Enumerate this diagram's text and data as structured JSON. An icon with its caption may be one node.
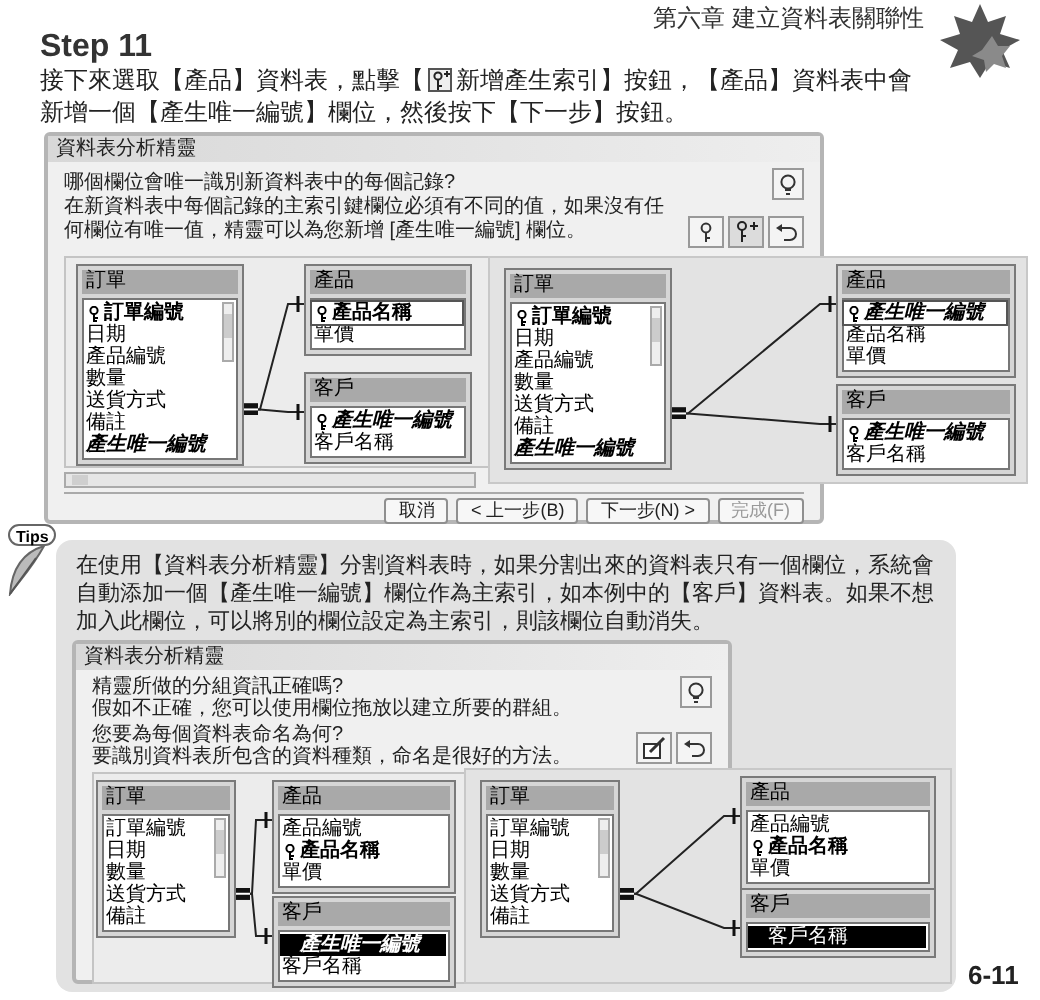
{
  "diagram": {
    "nodes": [
      {
        "text": [
          "資料表分析精靈",
          "哪個欄位會唯一識別新資料表中的每個記錄?",
          "在新資料表中每個記錄的主索引鍵欄位必須有不同的值，如果沒有任何欄位有唯一值，精靈可以為您新增 [產生唯一編號] 欄位。"
        ]
      },
      {
        "text": [
          "訂單",
          "訂單編號",
          "日期",
          "產品編號",
          "數量",
          "送貨方式",
          "備註",
          "產生唯一編號"
        ],
        "in": 0
      },
      {
        "text": [
          "產品",
          "產品名稱",
          "單價"
        ],
        "in": 0
      },
      {
        "text": [
          "客戶",
          "產生唯一編號",
          "客戶名稱"
        ],
        "in": 0
      },
      {
        "text": [
          "訂單",
          "訂單編號",
          "日期",
          "產品編號",
          "數量",
          "送貨方式",
          "備註",
          "產生唯一編號"
        ],
        "in": 0
      },
      {
        "text": [
          "產品",
          "產生唯一編號",
          "產品名稱",
          "單價"
        ]
      },
      {
        "text": [
          "客戶",
          "產生唯一編號",
          "客戶名稱"
        ]
      },
      {
        "text": [
          "Tips",
          "在使用【資料表分析精靈】分割資料表時，如果分割出來的資料表只有一個欄位，系統會自動添加一個【產生唯一編號】欄位作為主索引，如本例中的【客戶】資料表。如果不想加入此欄位，可以將別的欄位設定為主索引，則該欄位自動消失。"
        ]
      },
      {
        "text": [
          "資料表分析精靈",
          "精靈所做的分組資訊正確嗎?",
          "假如不正確，您可以使用欄位拖放以建立所要的群組。",
          "您要為每個資料表命名為何?",
          "要識別資料表所包含的資料種類，命名是很好的方法。"
        ],
        "in": 7
      },
      {
        "text": [
          "訂單",
          "訂單編號",
          "日期",
          "數量",
          "送貨方式",
          "備註"
        ],
        "in": 8
      },
      {
        "text": [
          "產品",
          "產品編號",
          "產品名稱",
          "單價"
        ],
        "in": 8
      },
      {
        "text": [
          "客戶",
          "產生唯一編號",
          "客戶名稱"
        ],
        "in": 8
      },
      {
        "text": [
          "訂單",
          "訂單編號",
          "日期",
          "數量",
          "送貨方式",
          "備註"
        ],
        "in": 8
      },
      {
        "text": [
          "產品",
          "產品編號",
          "產品名稱",
          "單價"
        ],
        "in": 7
      },
      {
        "text": [
          "客戶",
          "客戶名稱"
        ],
        "in": 7
      }
    ],
    "edges": [
      {
        "from": 1,
        "to": 2,
        "arrow": "other"
      },
      {
        "from": 1,
        "to": 3,
        "arrow": "other"
      },
      {
        "from": 4,
        "to": 5,
        "arrow": "other"
      },
      {
        "from": 4,
        "to": 6,
        "arrow": "other"
      },
      {
        "from": 9,
        "to": 10,
        "arrow": "other"
      },
      {
        "from": 9,
        "to": 11,
        "arrow": "other"
      },
      {
        "from": 12,
        "to": 13,
        "arrow": "other"
      },
      {
        "from": 12,
        "to": 14,
        "arrow": "other"
      }
    ],
    "labels": [
      "第六章 建立資料表關聯性",
      "Step 11",
      "接下來選取【產品】資料表，點擊【",
      "新增產生索引】按鈕，【產品】資料表中會新增一個【產生唯一編號】欄位，然後按下【下一步】按鈕。",
      "取消",
      "< 上一步(B)",
      "下一步(N) >",
      "完成(F)",
      "6-11"
    ]
  }
}
